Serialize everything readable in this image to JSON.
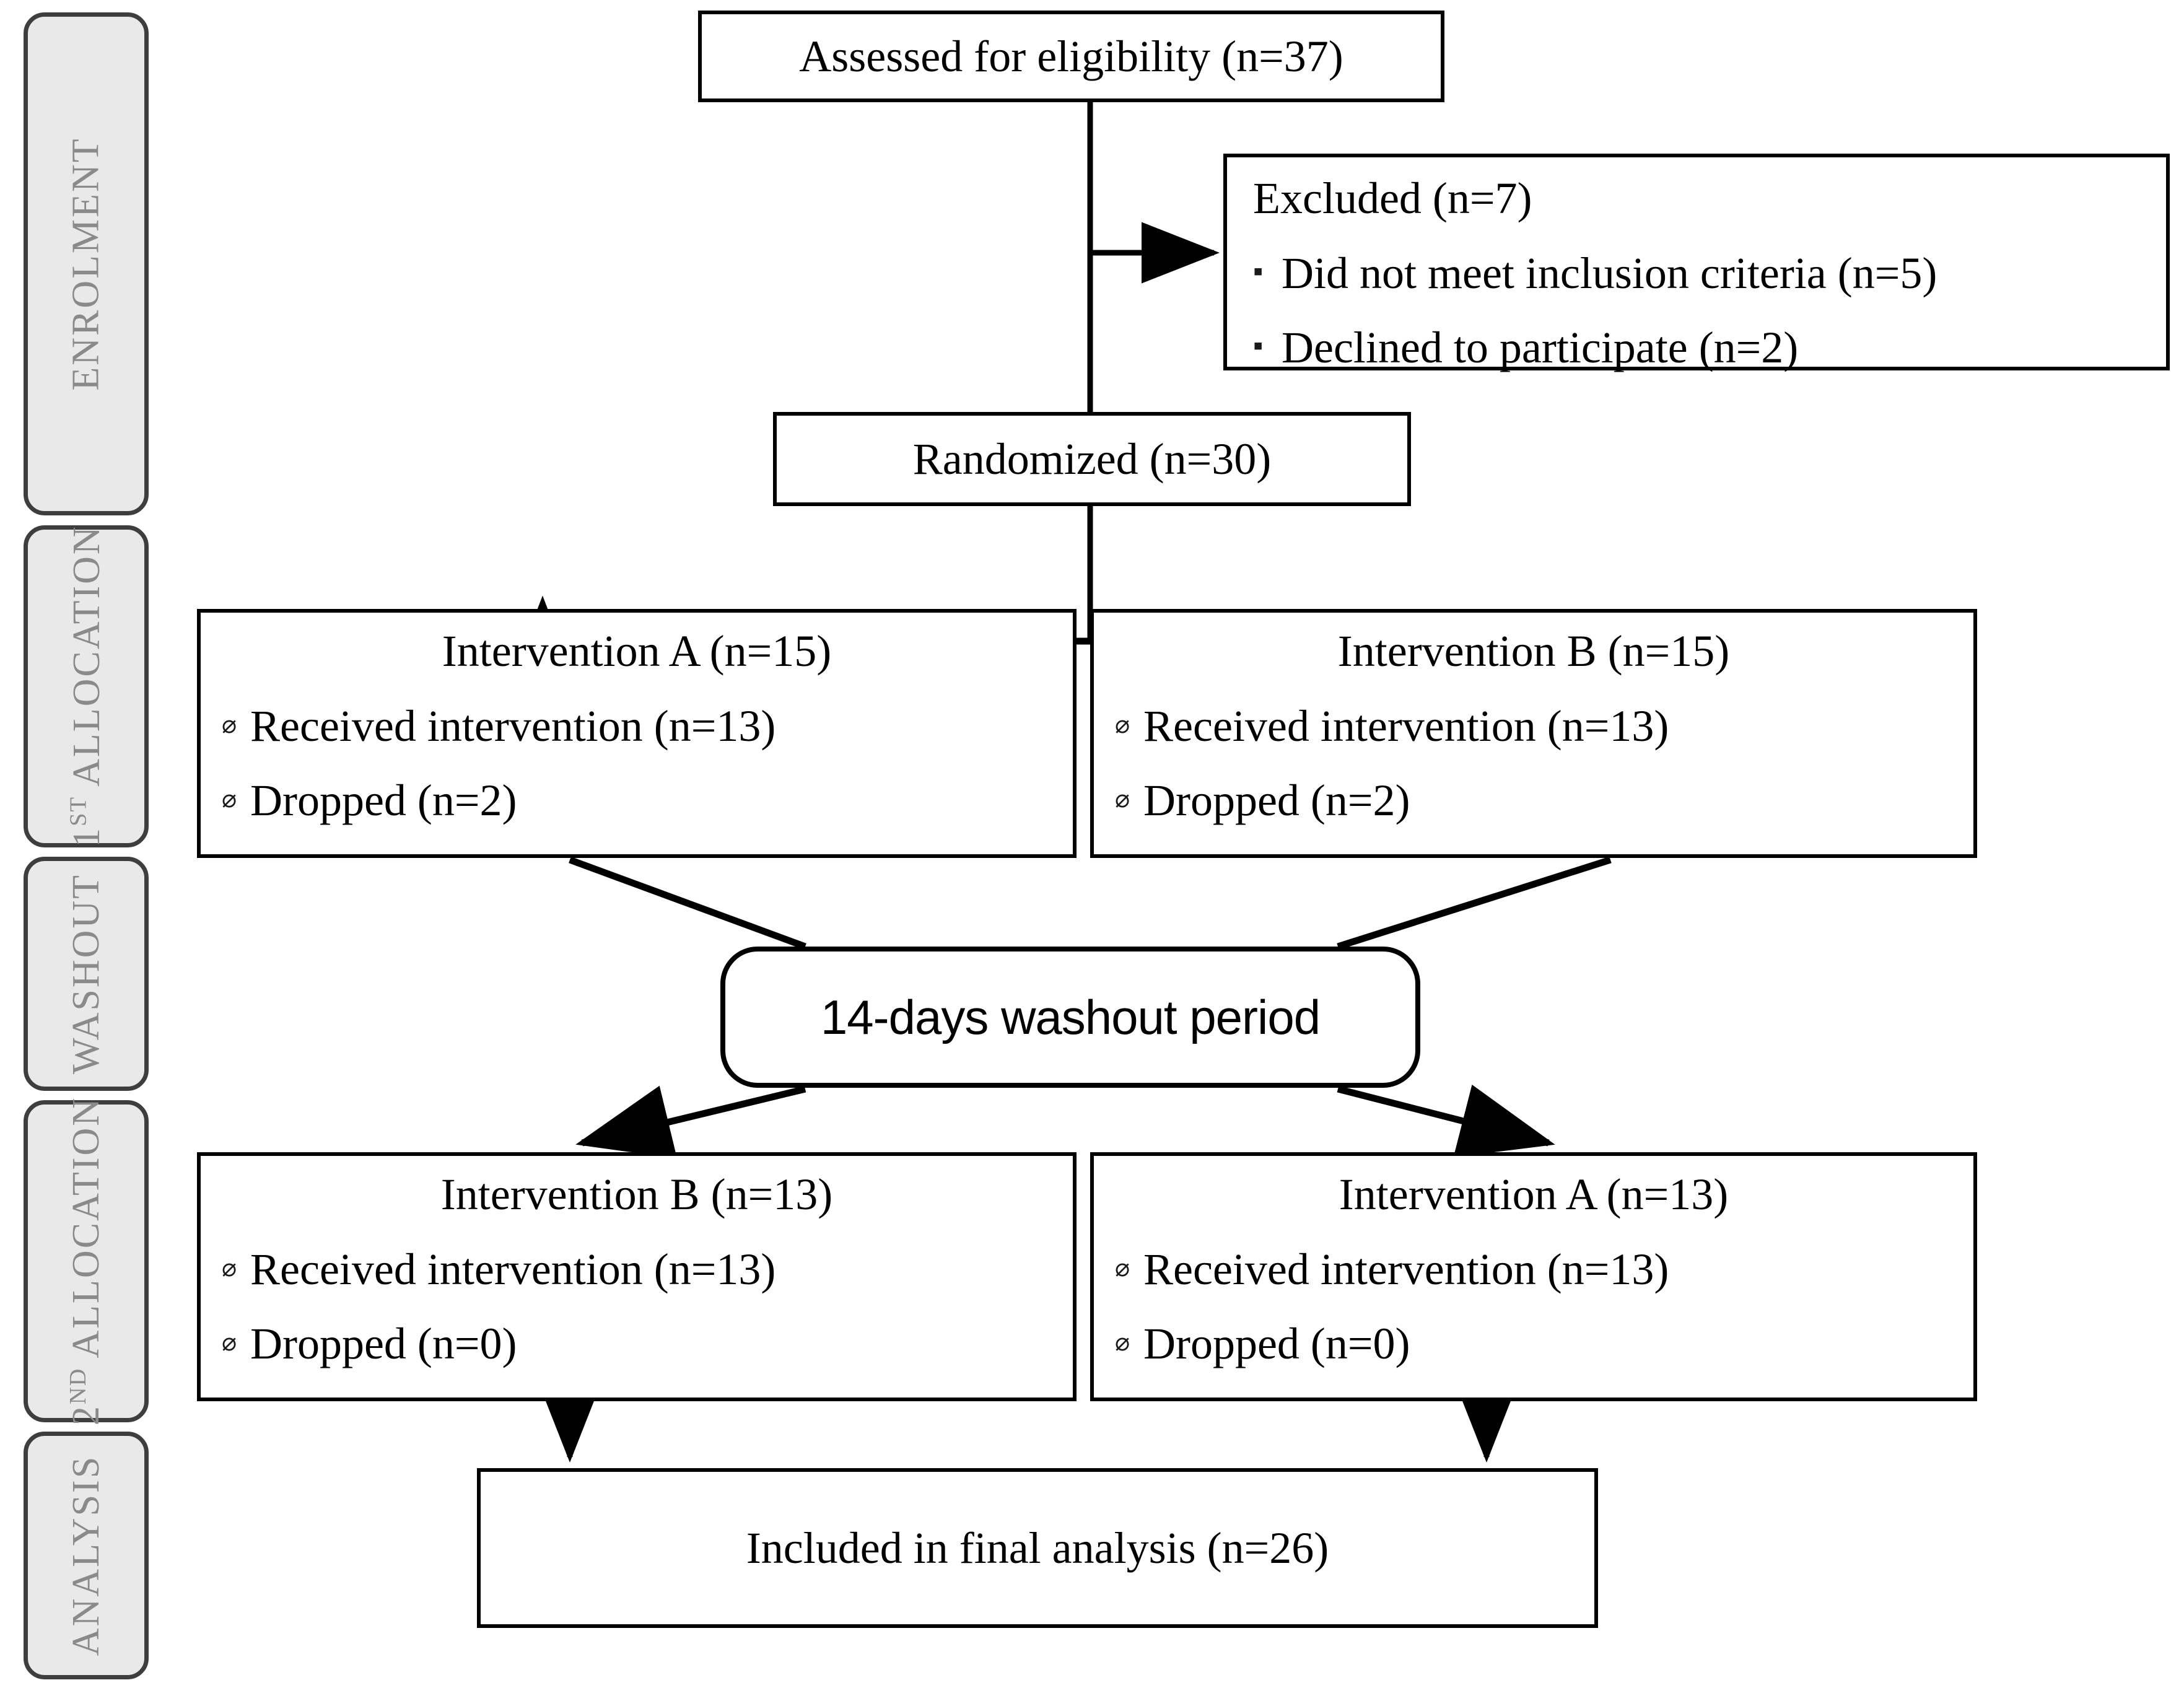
{
  "diagram": {
    "type": "consort-flow-diagram",
    "title": "CONSORT crossover trial participant flow"
  },
  "stages": [
    {
      "id": "enrolment",
      "label": "ENROLMENT",
      "sup": ""
    },
    {
      "id": "allocation-1",
      "label": "1",
      "sup": "ST",
      "suffix": " ALLOCATION"
    },
    {
      "id": "washout",
      "label": "WASHOUT",
      "sup": ""
    },
    {
      "id": "allocation-2",
      "label": "2",
      "sup": "ND",
      "suffix": " ALLOCATION"
    },
    {
      "id": "analysis",
      "label": "ANALYSIS",
      "sup": ""
    }
  ],
  "nodes": {
    "eligibility": {
      "title": "Assessed for eligibility (n=37)",
      "n": 37
    },
    "excluded": {
      "title": "Excluded (n=7)",
      "n": 7,
      "bullet": "▪",
      "items": [
        {
          "text": "Did not meet inclusion criteria (n=5)",
          "n": 5
        },
        {
          "text": "Declined to participate (n=2)",
          "n": 2
        }
      ]
    },
    "randomized": {
      "title": "Randomized (n=30)",
      "n": 30
    },
    "intervention_a_1": {
      "title": "Intervention A (n=15)",
      "n": 15,
      "bullet": "⌀",
      "items": [
        {
          "text": "Received intervention (n=13)",
          "n": 13
        },
        {
          "text": "Dropped (n=2)",
          "n": 2
        }
      ]
    },
    "intervention_b_1": {
      "title": "Intervention B (n=15)",
      "n": 15,
      "bullet": "⌀",
      "items": [
        {
          "text": "Received intervention (n=13)",
          "n": 13
        },
        {
          "text": "Dropped (n=2)",
          "n": 2
        }
      ]
    },
    "washout": {
      "title": "14-days washout period",
      "days": 14
    },
    "intervention_b_2": {
      "title": "Intervention B (n=13)",
      "n": 13,
      "bullet": "⌀",
      "items": [
        {
          "text": "Received intervention (n=13)",
          "n": 13
        },
        {
          "text": "Dropped (n=0)",
          "n": 0
        }
      ]
    },
    "intervention_a_2": {
      "title": "Intervention A (n=13)",
      "n": 13,
      "bullet": "⌀",
      "items": [
        {
          "text": "Received intervention (n=13)",
          "n": 13
        },
        {
          "text": "Dropped (n=0)",
          "n": 0
        }
      ]
    },
    "final": {
      "title": "Included in final analysis (n=26)",
      "n": 26
    }
  },
  "colors": {
    "stage_fill": "#e9e9e9",
    "stage_border": "#3e3e3e",
    "stage_text": "#8a8a8a",
    "node_border": "#000000",
    "node_fill": "#ffffff",
    "connector": "#000000",
    "page_background": "#ffffff"
  }
}
